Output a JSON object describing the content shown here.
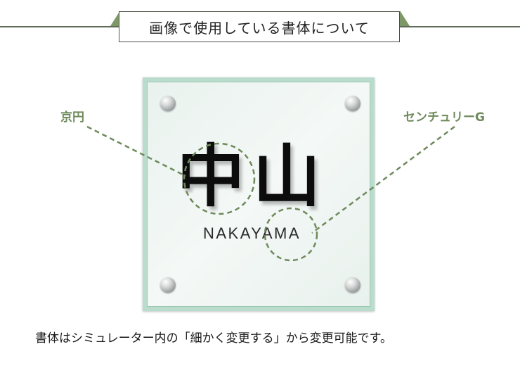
{
  "header": {
    "title": "画像で使用している書体について"
  },
  "nameplate": {
    "kanji": "中山",
    "romaji": "NAKAYAMA"
  },
  "callouts": {
    "left_font": "京円",
    "right_font": "センチュリーG"
  },
  "footer": {
    "note": "書体はシミュレーター内の「細かく変更する」から変更可能です。"
  },
  "colors": {
    "accent_green": "#6f8a5c",
    "frame_border": "#4a5046",
    "glass_edge": "#b9dccd"
  }
}
